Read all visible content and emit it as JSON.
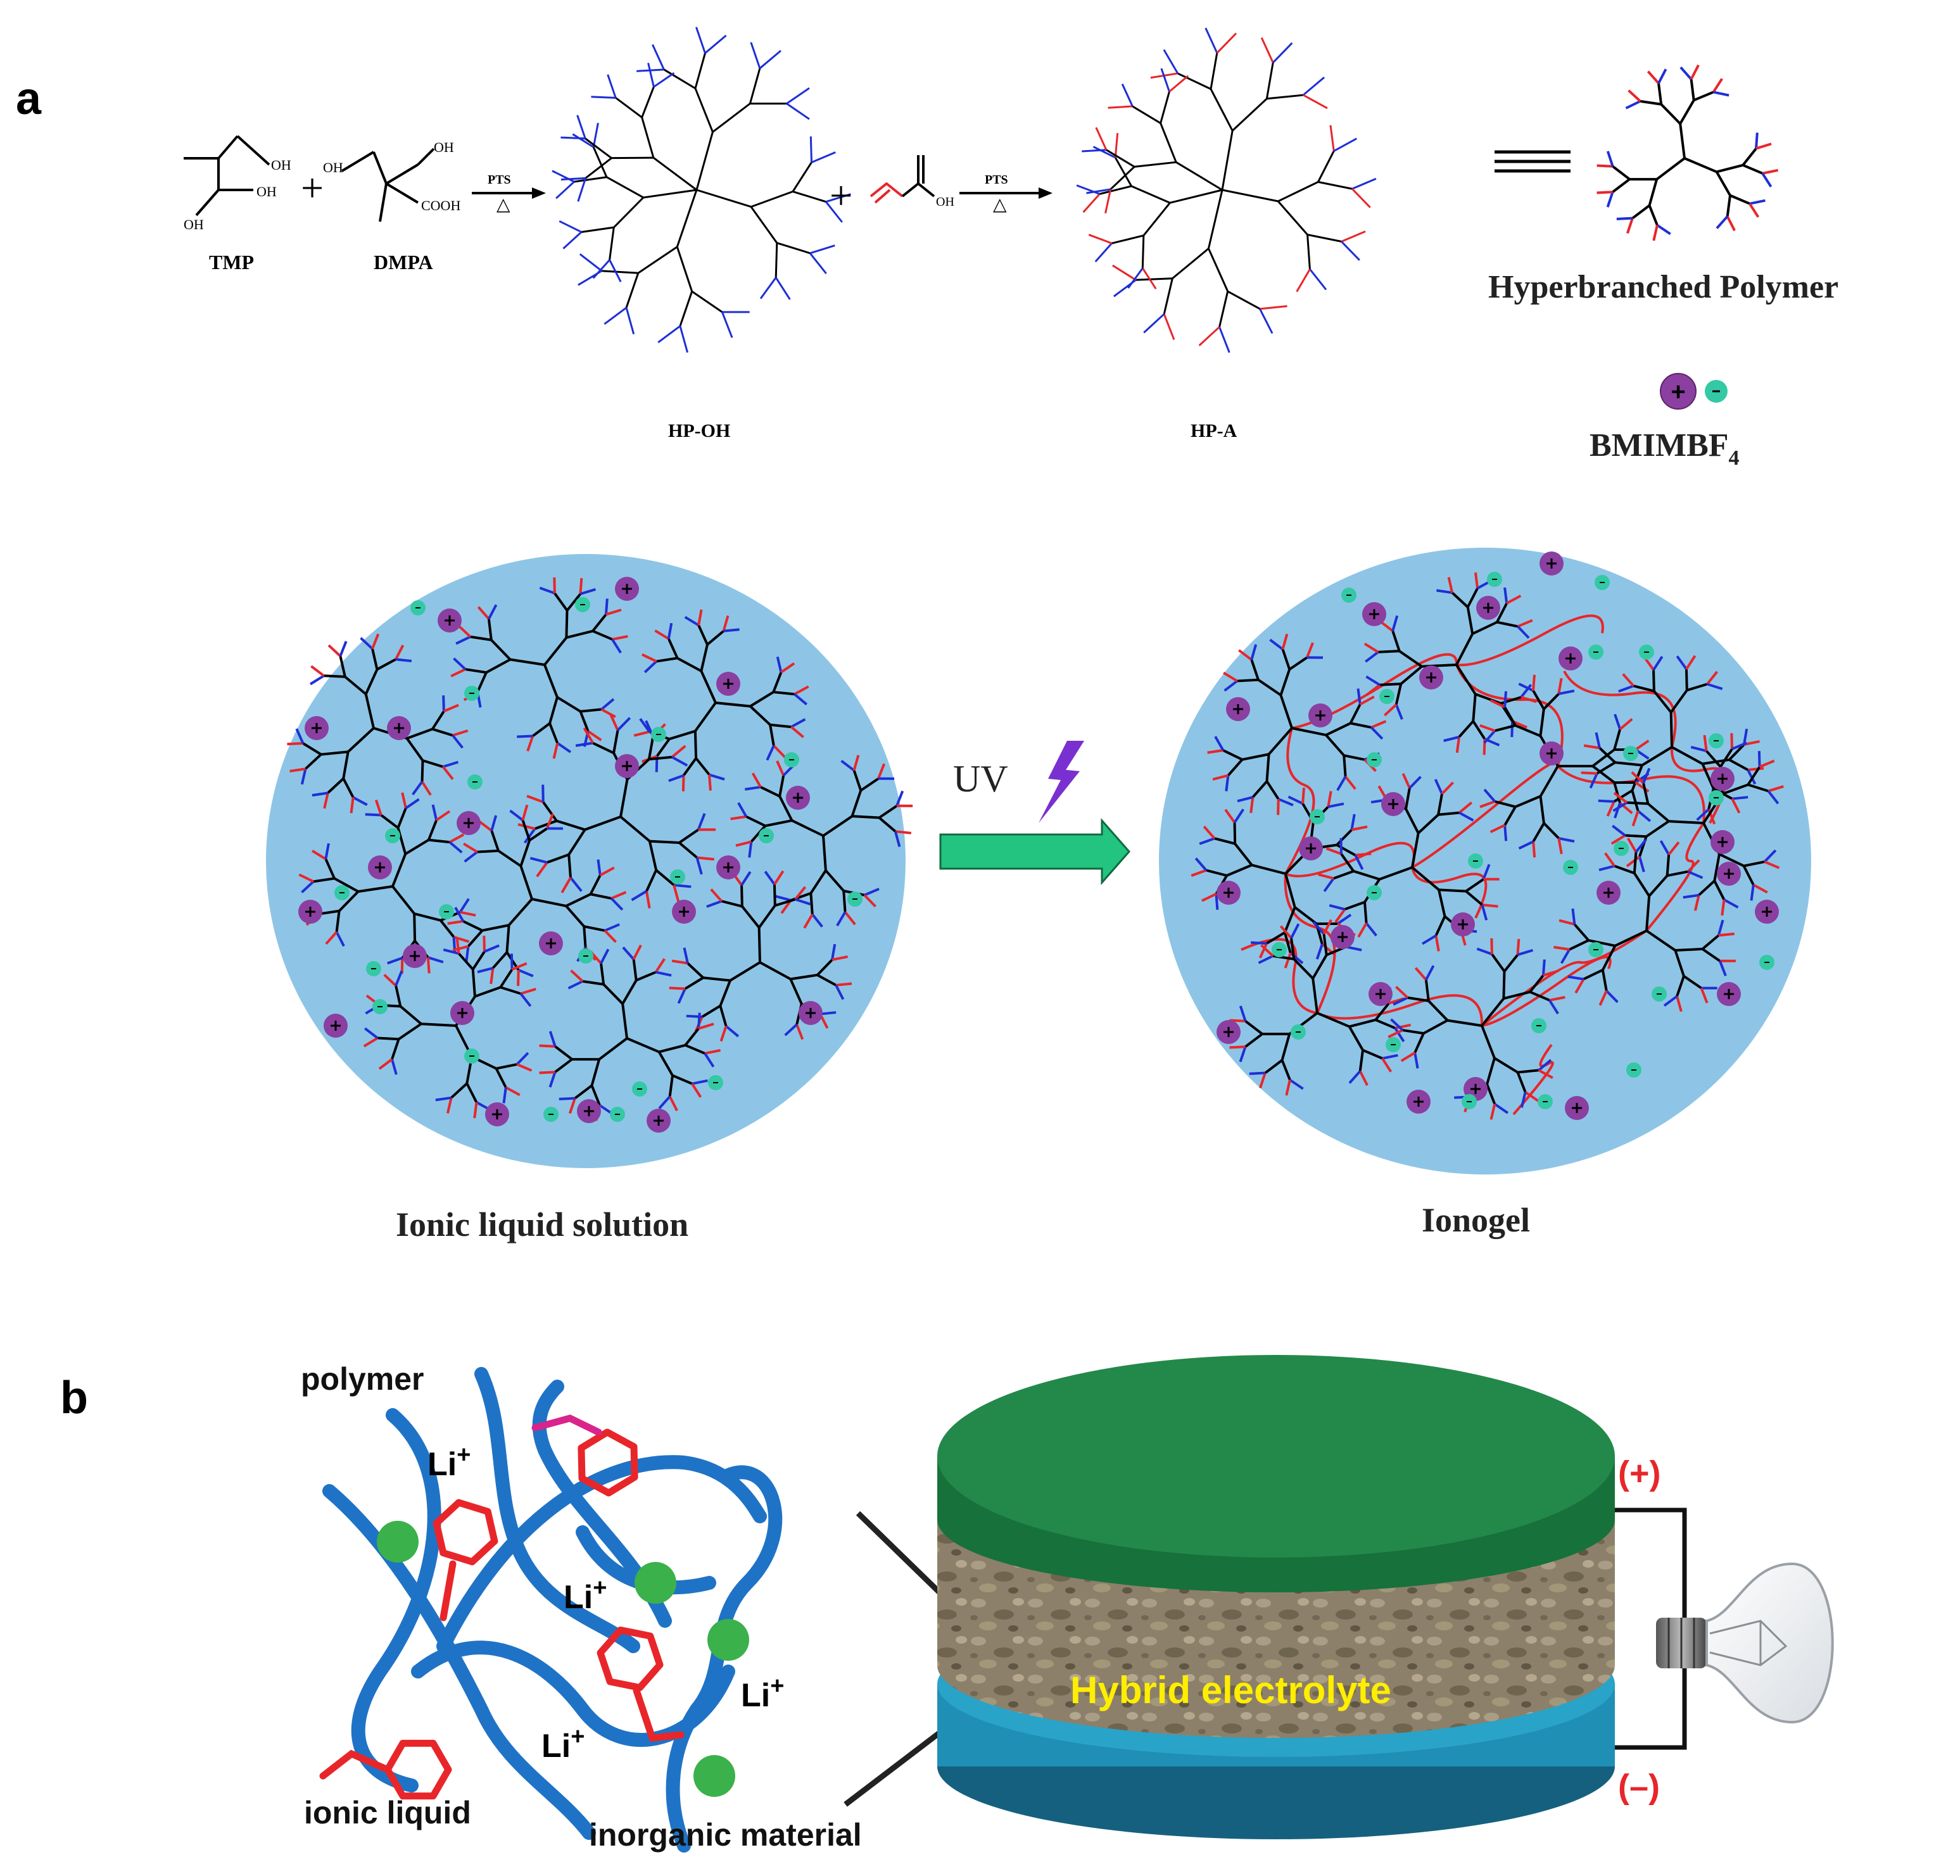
{
  "panels": {
    "a_label": "a",
    "b_label": "b"
  },
  "scheme": {
    "tmp": "TMP",
    "dmpa": "DMPA",
    "plus": "+",
    "catalyst": "PTS",
    "heat": "△",
    "hpoh": "HP-OH",
    "hpa": "HP-A",
    "oh": "OH",
    "cooh": "COOH",
    "equals": "≡",
    "hyperbranched": "Hyperbranched Polymer",
    "bmim_base": "BMIMBF",
    "bmim_sub": "4"
  },
  "process": {
    "uv": "UV",
    "left_caption": "Ionic liquid solution",
    "right_caption": "Ionogel"
  },
  "hybrid": {
    "polymer": "polymer",
    "ionic_liquid": "ionic liquid",
    "inorganic": "inorganic material",
    "li": "Li",
    "li_sup": "+",
    "electrolyte": "Hybrid electrolyte",
    "plus_terminal": "(+)",
    "minus_terminal": "(–)"
  },
  "colors": {
    "gel_fill": "#8ec5e6",
    "cation": "#8b3fa0",
    "anion": "#33c9a5",
    "acrylate": "#e8262a",
    "hydroxyl": "#1e2fd6",
    "uv_arrow": "#22c47f",
    "lightning": "#7a2fd0",
    "polymer_chain": "#1f73c6",
    "inorganic_particle": "#3ab14b",
    "cathode": "#1e8a45",
    "anode": "#1f8fb5",
    "electrolyte_label": "#ffee00",
    "terminal": "#e8262a"
  },
  "icons": [
    "lightning-icon",
    "arrow-right-icon",
    "light-bulb-icon"
  ]
}
